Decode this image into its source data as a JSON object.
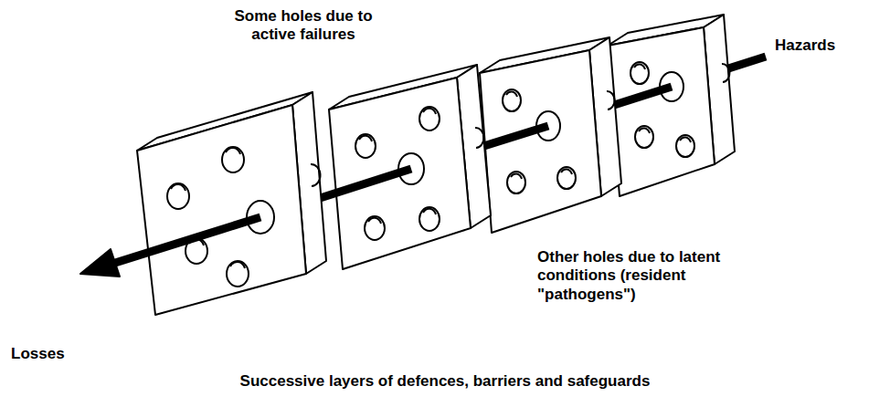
{
  "diagram": {
    "caption": "Successive layers of defences, barriers and safeguards",
    "labels": [
      "Some holes due to active failures",
      "Hazards",
      "Other holes due to latent conditions (resident \"pathogens\")",
      "Losses"
    ]
  }
}
